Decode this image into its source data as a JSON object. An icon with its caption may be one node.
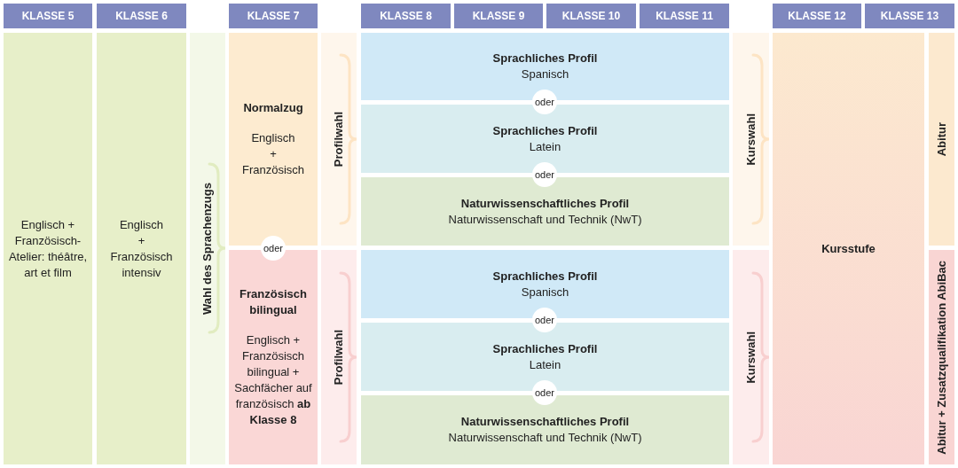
{
  "diagram": {
    "nodes": [
      {
        "text": [
          "KLASSE 5"
        ]
      },
      {
        "text": [
          "KLASSE 6"
        ]
      },
      {
        "text": [
          "KLASSE 7"
        ]
      },
      {
        "text": [
          "KLASSE 8"
        ]
      },
      {
        "text": [
          "KLASSE 9"
        ]
      },
      {
        "text": [
          "KLASSE 10"
        ]
      },
      {
        "text": [
          "KLASSE 11"
        ]
      },
      {
        "text": [
          "KLASSE 12"
        ]
      },
      {
        "text": [
          "KLASSE 13"
        ]
      },
      {
        "text": [
          "Englisch + Französisch-Atelier: théâtre, art et film"
        ]
      },
      {
        "text": [
          "Englisch + Französisch intensiv"
        ]
      },
      {
        "text": [
          "Wahl des Sprachenzugs"
        ]
      },
      {
        "text": [
          "Normalzug",
          "Englisch + Französisch"
        ]
      },
      {
        "text": [
          "oder"
        ]
      },
      {
        "text": [
          "Französisch bilingual",
          "Englisch + Französisch bilingual + Sachfächer auf französisch **ab Klasse 8**"
        ]
      },
      {
        "text": [
          "Profilwahl"
        ]
      },
      {
        "text": [
          "Sprachliches Profil",
          "Spanisch"
        ]
      },
      {
        "text": [
          "oder"
        ]
      },
      {
        "text": [
          "Sprachliches Profil",
          "Latein"
        ]
      },
      {
        "text": [
          "oder"
        ]
      },
      {
        "text": [
          "Naturwissenschaftliches Profil",
          "Naturwissenschaft und Technik (NwT)"
        ]
      },
      {
        "text": [
          "Kurswahl"
        ]
      },
      {
        "text": [
          "Kursstufe"
        ]
      },
      {
        "text": [
          "Abitur"
        ]
      },
      {
        "text": [
          "Profilwahl"
        ]
      },
      {
        "text": [
          "Sprachliches Profil",
          "Spanisch"
        ]
      },
      {
        "text": [
          "oder"
        ]
      },
      {
        "text": [
          "Sprachliches Profil",
          "Latein"
        ]
      },
      {
        "text": [
          "oder"
        ]
      },
      {
        "text": [
          "Naturwissenschaftliches Profil",
          "Naturwissenschaft und Technik (NwT)"
        ]
      },
      {
        "text": [
          "Kurswahl"
        ]
      },
      {
        "text": [
          "Abitur + Zusatzqualifikation AbiBac"
        ]
      }
    ]
  }
}
